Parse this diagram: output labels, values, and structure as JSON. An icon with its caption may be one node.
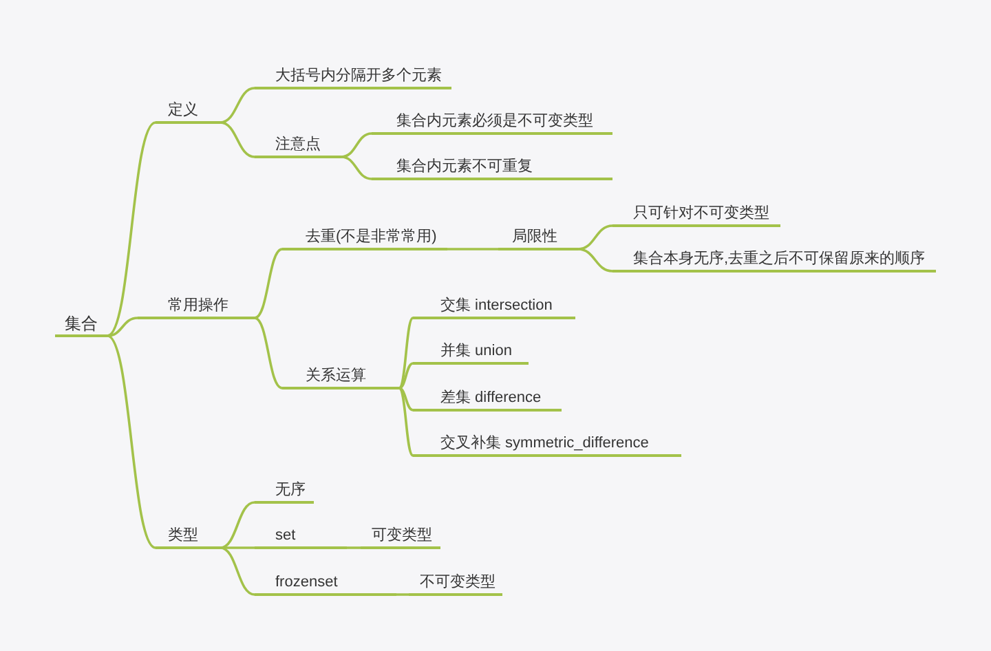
{
  "diagram": {
    "nodes": [
      {
        "text": [
          "集合"
        ]
      },
      {
        "text": [
          "定义"
        ]
      },
      {
        "text": [
          "大括号内分隔开多个元素"
        ]
      },
      {
        "text": [
          "注意点"
        ]
      },
      {
        "text": [
          "集合内元素必须是不可变类型"
        ]
      },
      {
        "text": [
          "集合内元素不可重复"
        ]
      },
      {
        "text": [
          "常用操作"
        ]
      },
      {
        "text": [
          "去重(不是非常常用)"
        ]
      },
      {
        "text": [
          "局限性"
        ]
      },
      {
        "text": [
          "只可针对不可变类型"
        ]
      },
      {
        "text": [
          "集合本身无序,去重之后不可保留原来的顺序"
        ]
      },
      {
        "text": [
          "关系运算"
        ]
      },
      {
        "text": [
          "交集 intersection"
        ]
      },
      {
        "text": [
          "并集 union"
        ]
      },
      {
        "text": [
          "差集 difference"
        ]
      },
      {
        "text": [
          "交叉补集 symmetric_difference"
        ]
      },
      {
        "text": [
          "类型"
        ]
      },
      {
        "text": [
          "无序"
        ]
      },
      {
        "text": [
          "set"
        ]
      },
      {
        "text": [
          "可变类型"
        ]
      },
      {
        "text": [
          "frozenset"
        ]
      },
      {
        "text": [
          "不可变类型"
        ]
      }
    ],
    "edges": [
      {
        "from": 0,
        "to": 1,
        "arrow": "none"
      },
      {
        "from": 1,
        "to": 2,
        "arrow": "none"
      },
      {
        "from": 1,
        "to": 3,
        "arrow": "none"
      },
      {
        "from": 3,
        "to": 4,
        "arrow": "none"
      },
      {
        "from": 3,
        "to": 5,
        "arrow": "none"
      },
      {
        "from": 0,
        "to": 6,
        "arrow": "none"
      },
      {
        "from": 6,
        "to": 7,
        "arrow": "none"
      },
      {
        "from": 7,
        "to": 8,
        "arrow": "none"
      },
      {
        "from": 8,
        "to": 9,
        "arrow": "none"
      },
      {
        "from": 8,
        "to": 10,
        "arrow": "none"
      },
      {
        "from": 6,
        "to": 11,
        "arrow": "none"
      },
      {
        "from": 11,
        "to": 12,
        "arrow": "none"
      },
      {
        "from": 11,
        "to": 13,
        "arrow": "none"
      },
      {
        "from": 11,
        "to": 14,
        "arrow": "none"
      },
      {
        "from": 11,
        "to": 15,
        "arrow": "none"
      },
      {
        "from": 0,
        "to": 16,
        "arrow": "none"
      },
      {
        "from": 16,
        "to": 17,
        "arrow": "none"
      },
      {
        "from": 16,
        "to": 18,
        "arrow": "none"
      },
      {
        "from": 18,
        "to": 19,
        "arrow": "none"
      },
      {
        "from": 16,
        "to": 20,
        "arrow": "none"
      },
      {
        "from": 20,
        "to": 21,
        "arrow": "none"
      }
    ]
  }
}
